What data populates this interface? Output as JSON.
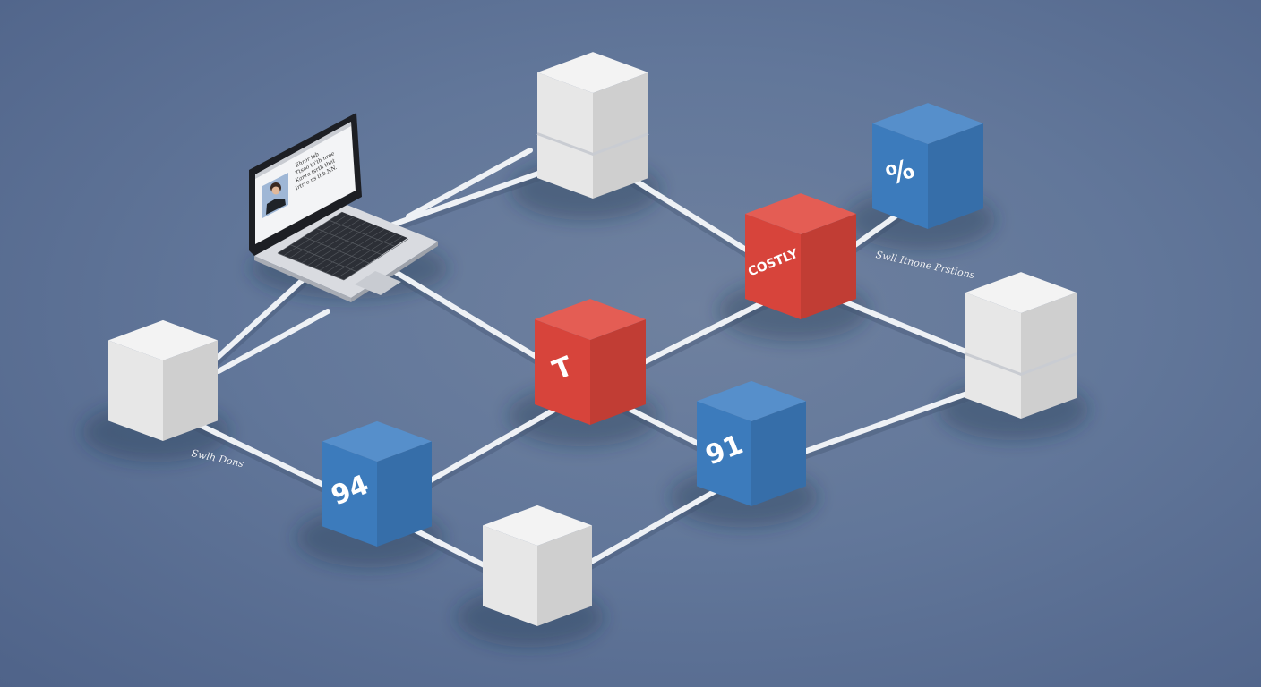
{
  "colors": {
    "background": "#62779a",
    "connector": "#eef1f5",
    "cube_white": "#f1f1f1",
    "cube_red": "#e0473d",
    "cube_blue": "#3f80c4"
  },
  "nodes": [
    {
      "id": "laptop",
      "kind": "laptop",
      "label": ""
    },
    {
      "id": "top-white-server",
      "kind": "white-server",
      "label": ""
    },
    {
      "id": "right-white-server",
      "kind": "white-server",
      "label": ""
    },
    {
      "id": "left-white-cube",
      "kind": "white-cube",
      "label": ""
    },
    {
      "id": "bottom-white-cube",
      "kind": "white-cube",
      "label": ""
    },
    {
      "id": "center-red-cube",
      "kind": "red-cube",
      "label": "T"
    },
    {
      "id": "costly-red-cube",
      "kind": "red-cube",
      "label": "COSTLY"
    },
    {
      "id": "percent-blue-cube",
      "kind": "blue-cube",
      "label": "%"
    },
    {
      "id": "ninety-one-blue-cube",
      "kind": "blue-cube",
      "label": "91"
    },
    {
      "id": "ninety-four-blue-cube",
      "kind": "blue-cube",
      "label": "94"
    }
  ],
  "edges": [
    [
      "laptop",
      "top-white-server"
    ],
    [
      "laptop",
      "center-red-cube"
    ],
    [
      "top-white-server",
      "costly-red-cube"
    ],
    [
      "costly-red-cube",
      "percent-blue-cube"
    ],
    [
      "costly-red-cube",
      "center-red-cube"
    ],
    [
      "costly-red-cube",
      "right-white-server"
    ],
    [
      "center-red-cube",
      "ninety-four-blue-cube"
    ],
    [
      "center-red-cube",
      "ninety-one-blue-cube"
    ],
    [
      "ninety-one-blue-cube",
      "right-white-server"
    ],
    [
      "ninety-one-blue-cube",
      "bottom-white-cube"
    ],
    [
      "ninety-four-blue-cube",
      "bottom-white-cube"
    ],
    [
      "ninety-four-blue-cube",
      "left-white-cube"
    ],
    [
      "left-white-cube",
      "laptop"
    ]
  ],
  "annotations": {
    "right_caption": "Swll Itnone Prstions",
    "left_caption": "Swlh Dons"
  },
  "laptop_screen": {
    "lines": [
      "Ehror tsb",
      "Ttsoo tn'th nroe",
      "Kanra tsrth tbnt",
      "Irtrro ns thb.NN."
    ]
  }
}
